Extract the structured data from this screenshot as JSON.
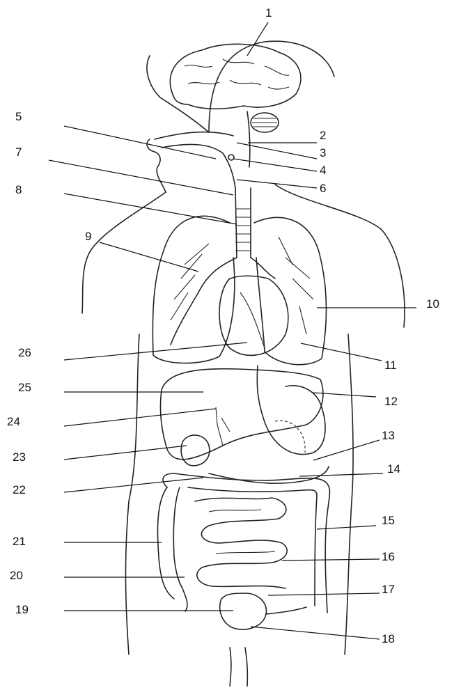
{
  "labels": [
    {
      "id": 1,
      "text": "1"
    },
    {
      "id": 2,
      "text": "2"
    },
    {
      "id": 3,
      "text": "3"
    },
    {
      "id": 4,
      "text": "4"
    },
    {
      "id": 5,
      "text": "5"
    },
    {
      "id": 6,
      "text": "6"
    },
    {
      "id": 7,
      "text": "7"
    },
    {
      "id": 8,
      "text": "8"
    },
    {
      "id": 9,
      "text": "9"
    },
    {
      "id": 10,
      "text": "10"
    },
    {
      "id": 11,
      "text": "11"
    },
    {
      "id": 12,
      "text": "12"
    },
    {
      "id": 13,
      "text": "13"
    },
    {
      "id": 14,
      "text": "14"
    },
    {
      "id": 15,
      "text": "15"
    },
    {
      "id": 16,
      "text": "16"
    },
    {
      "id": 17,
      "text": "17"
    },
    {
      "id": 18,
      "text": "18"
    },
    {
      "id": 19,
      "text": "19"
    },
    {
      "id": 20,
      "text": "20"
    },
    {
      "id": 21,
      "text": "21"
    },
    {
      "id": 22,
      "text": "22"
    },
    {
      "id": 23,
      "text": "23"
    },
    {
      "id": 24,
      "text": "24"
    },
    {
      "id": 25,
      "text": "25"
    },
    {
      "id": 26,
      "text": "26"
    }
  ]
}
